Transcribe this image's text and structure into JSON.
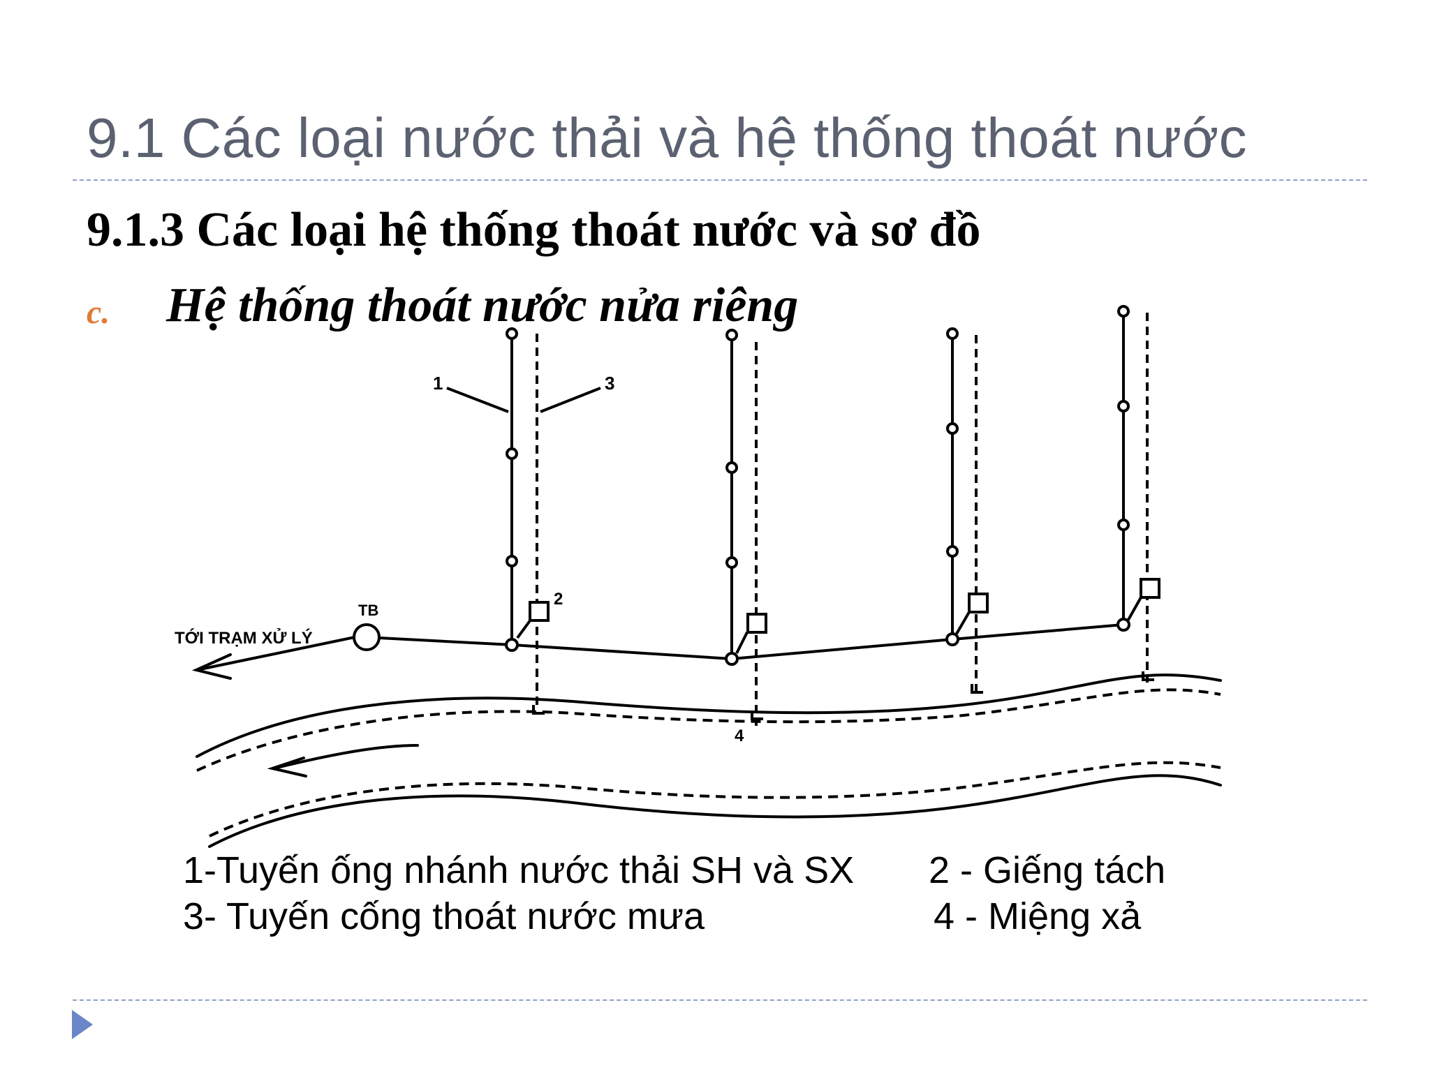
{
  "slide": {
    "title": "9.1 Các loại nước thải và hệ thống thoát nước",
    "heading": "9.1.3 Các loại hệ thống thoát nước và sơ đồ",
    "bullet_marker": "c.",
    "bullet_text": "Hệ thống thoát nước nửa riêng"
  },
  "diagram": {
    "labels": {
      "pipe_branch": "1",
      "storm_sewer": "3",
      "separation_well": "2",
      "outlet": "4",
      "pump_station": "TB",
      "destination": "TỚI TRẠM XỬ LÝ"
    },
    "legend": {
      "item1": "1-Tuyến ống nhánh nước thải SH và SX",
      "item2": "2 - Giếng tách",
      "item3": "3- Tuyến cống thoát nước mưa",
      "item4": "4 - Miệng xả"
    }
  },
  "colors": {
    "title": "#5b6170",
    "divider": "#8fa0c8",
    "bullet": "#e07b39",
    "nav_arrow": "#6b86c8"
  },
  "icons": {
    "nav": "play-triangle-icon"
  }
}
